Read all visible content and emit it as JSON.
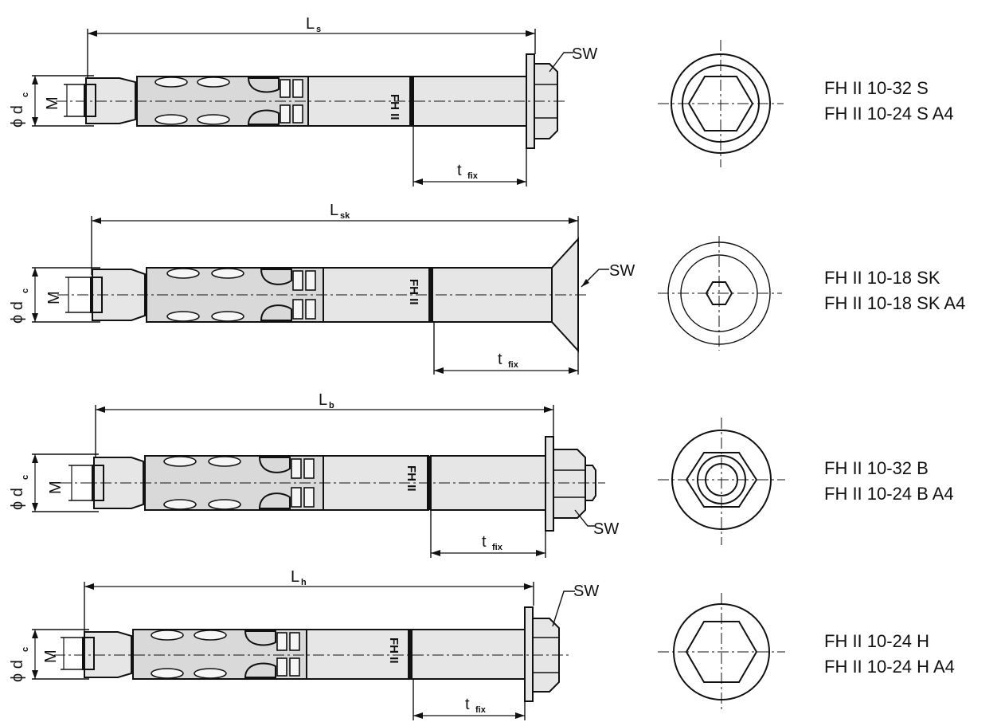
{
  "variants": [
    {
      "id": "s",
      "length_label": "L",
      "length_sub": "s",
      "dia_label": "ϕ d",
      "dia_sub": "c",
      "thread_label": "M",
      "fix_label": "t",
      "fix_sub": "fix",
      "wrench_label": "SW",
      "body_mark": "FH II",
      "models": [
        "FH II 10-32 S",
        "FH II 10-24 S A4"
      ]
    },
    {
      "id": "sk",
      "length_label": "L",
      "length_sub": "sk",
      "dia_label": "ϕ d",
      "dia_sub": "c",
      "thread_label": "M",
      "fix_label": "t",
      "fix_sub": "fix",
      "wrench_label": "SW",
      "body_mark": "FH II",
      "models": [
        "FH II 10-18 SK",
        "FH II 10-18 SK A4"
      ]
    },
    {
      "id": "b",
      "length_label": "L",
      "length_sub": "b",
      "dia_label": "ϕ d",
      "dia_sub": "c",
      "thread_label": "M",
      "fix_label": "t",
      "fix_sub": "fix",
      "wrench_label": "SW",
      "body_mark": "FH II",
      "models": [
        "FH II 10-32 B",
        "FH II 10-24 B A4"
      ]
    },
    {
      "id": "h",
      "length_label": "L",
      "length_sub": "h",
      "dia_label": "ϕ d",
      "dia_sub": "c",
      "thread_label": "M",
      "fix_label": "t",
      "fix_sub": "fix",
      "wrench_label": "SW",
      "body_mark": "FH II",
      "models": [
        "FH II 10-24 H",
        "FH II 10-24 H A4"
      ]
    }
  ],
  "colors": {
    "ink": "#111111",
    "fill": "#d9d9d9",
    "background": "#ffffff"
  }
}
